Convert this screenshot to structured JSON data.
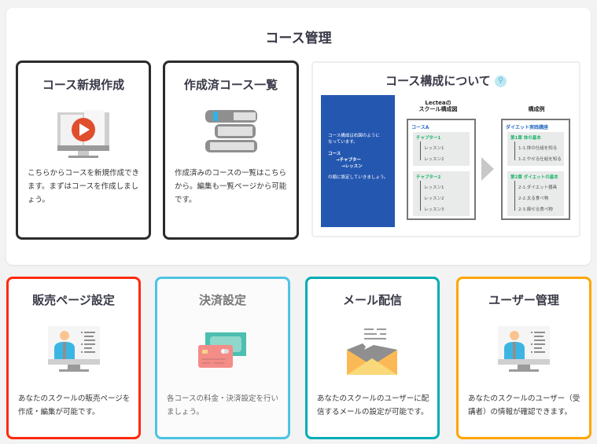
{
  "page_title": "コース管理",
  "top_cards": [
    {
      "title": "コース新規作成",
      "description": "こちらからコースを新規作成できます。まずはコースを作成しましょう。",
      "icon": "video-book-monitor-icon"
    },
    {
      "title": "作成済コース一覧",
      "description": "作成済みのコースの一覧はこちらから。編集も一覧ページから可能です。",
      "icon": "books-stack-icon"
    }
  ],
  "info": {
    "title": "コース構成について",
    "intro_line1": "コース構成は右図のように",
    "intro_line2": "なっています。",
    "hier1": "コース",
    "hier2": "→チャプター",
    "hier3": "→レッスン",
    "outro": "の順に設定していきましょう。",
    "diagram_title_line1": "Lecteaの",
    "diagram_title_line2": "スクール構成図",
    "course": "コースA",
    "chapters": [
      {
        "name": "チャプター1",
        "lessons": [
          "レッスン1",
          "レッスン2"
        ]
      },
      {
        "name": "チャプター2",
        "lessons": [
          "レッスン1",
          "レッスン2",
          "レッスン3"
        ]
      }
    ],
    "example_title": "構成例",
    "example_course": "ダイエット実践講座",
    "example_chapters": [
      {
        "name": "第1章 体の基本",
        "lessons": [
          "1-1.体の仕組を知る",
          "1-2.やせる仕組を知る"
        ]
      },
      {
        "name": "第2章 ダイエットの基本",
        "lessons": [
          "2-1.ダイエット器具",
          "2-2.太る食べ物",
          "2-3.痩せる食べ物"
        ]
      }
    ]
  },
  "bottom_cards": [
    {
      "title": "販売ページ設定",
      "description": "あなたのスクールの販売ページを作成・編集が可能です。",
      "color": "#ff2a0e"
    },
    {
      "title": "決済設定",
      "description": "各コースの料金・決済設定を行いましょう。",
      "color": "#4dc4e4"
    },
    {
      "title": "メール配信",
      "description": "あなたのスクールのユーザーに配信するメールの設定が可能です。",
      "color": "#00adb5"
    },
    {
      "title": "ユーザー管理",
      "description": "あなたのスクールのユーザー（受講者）の情報が確認できます。",
      "color": "#ffa500"
    }
  ]
}
